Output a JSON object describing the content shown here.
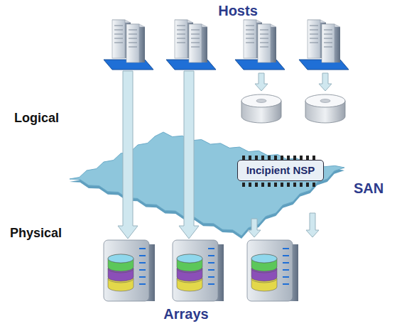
{
  "diagram": {
    "nodes": [
      {
        "text": [
          "SAN"
        ]
      },
      {
        "text": [
          "Incipient NSP"
        ],
        "in": 0
      }
    ],
    "labels": [
      "Hosts",
      "Logical",
      "Physical",
      "Arrays"
    ]
  }
}
